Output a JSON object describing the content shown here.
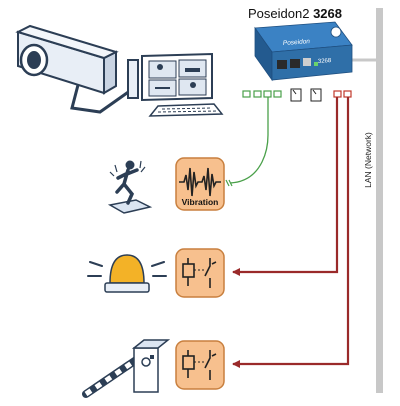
{
  "device": {
    "title_prefix": "Poseidon2 ",
    "title_model": "3268",
    "face_brand": "Poseidon",
    "face_model": "3268"
  },
  "network": {
    "label": "LAN (Network)"
  },
  "sensor": {
    "label": "Vibration"
  },
  "colors": {
    "panel_fill": "#f7c08e",
    "panel_stroke": "#c87f3e",
    "sensor_wire": "#4aa04a",
    "relay_wire": "#9a2a2a",
    "lan_bar": "#c8c8c8",
    "device_body": "#2f6fa8"
  },
  "icons": [
    "security-camera-icon",
    "monitor-icon",
    "keyboard-icon",
    "vibration-person-icon",
    "vibration-wave-icon",
    "warning-beacon-icon",
    "relay-switch-icon",
    "barrier-gate-icon"
  ]
}
